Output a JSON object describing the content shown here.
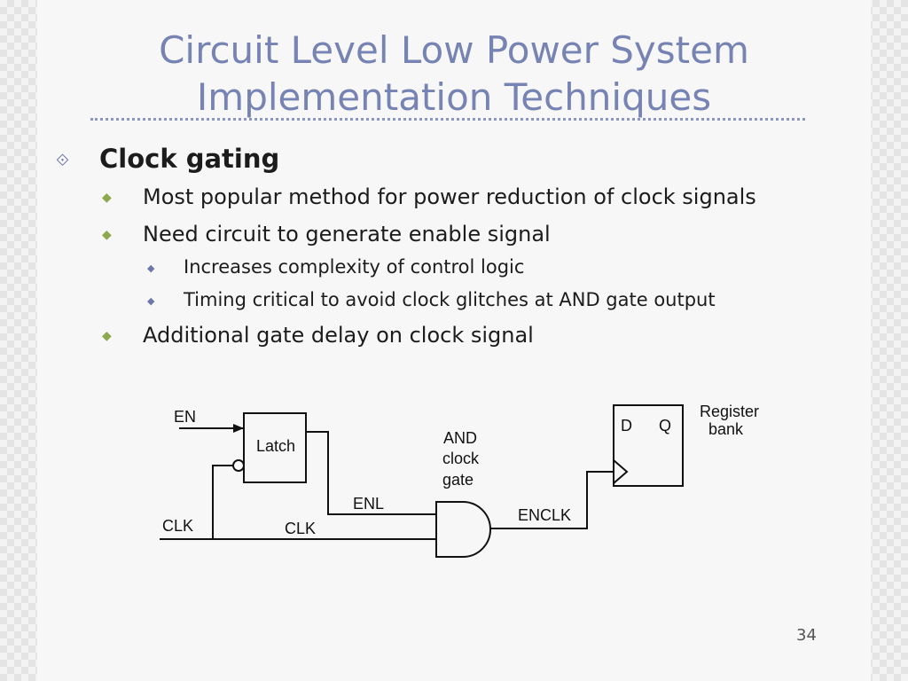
{
  "title": {
    "line1": "Circuit Level Low Power System",
    "line2": "Implementation Techniques"
  },
  "bullets": {
    "clock_gating": "Clock gating",
    "popular_method": "Most popular method for power reduction of clock signals",
    "need_circuit": "Need circuit to generate enable signal",
    "complexity": "Increases complexity of control logic",
    "timing": "Timing critical to avoid clock glitches at AND gate output",
    "delay": "Additional gate delay on clock signal"
  },
  "icons": {
    "level1": "hollow-diamond-icon",
    "level2": "filled-diamond-icon",
    "level3": "small-diamond-icon"
  },
  "colors": {
    "title": "#7683b3",
    "bullet_level1": "#6e78a8",
    "bullet_level2": "#8da84d"
  },
  "diagram": {
    "en": "EN",
    "latch": "Latch",
    "and_line1": "AND",
    "and_line2": "clock",
    "and_line3": "gate",
    "register_line1": "Register",
    "register_line2": "bank",
    "d": "D",
    "q": "Q",
    "enl": "ENL",
    "clk_left": "CLK",
    "clk_mid": "CLK",
    "enclk": "ENCLK"
  },
  "page_number": "34"
}
